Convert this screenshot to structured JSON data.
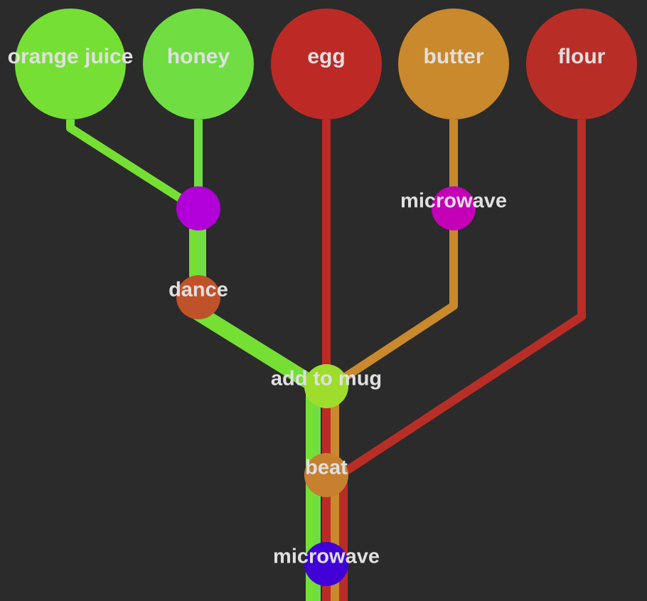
{
  "ingredients": [
    {
      "id": "orange_juice",
      "label": "orange juice",
      "color": "#75e033"
    },
    {
      "id": "honey",
      "label": "honey",
      "color": "#70dd43"
    },
    {
      "id": "egg",
      "label": "egg",
      "color": "#bd2a26"
    },
    {
      "id": "butter",
      "label": "butter",
      "color": "#c9892c"
    },
    {
      "id": "flour",
      "label": "flour",
      "color": "#b82e26"
    }
  ],
  "steps": [
    {
      "id": "mix1",
      "label": "",
      "color": "#b100d8"
    },
    {
      "id": "microwave1",
      "label": "microwave",
      "color": "#c400b6"
    },
    {
      "id": "dance",
      "label": "dance",
      "color": "#c0522a"
    },
    {
      "id": "add_to_mug",
      "label": "add to mug",
      "color": "#9fdd2c"
    },
    {
      "id": "beat",
      "label": "beat",
      "color": "#c6802e"
    },
    {
      "id": "microwave2",
      "label": "microwave",
      "color": "#4000d6"
    }
  ],
  "background": "#2b2b2b",
  "text_color": "#e0e0e0"
}
